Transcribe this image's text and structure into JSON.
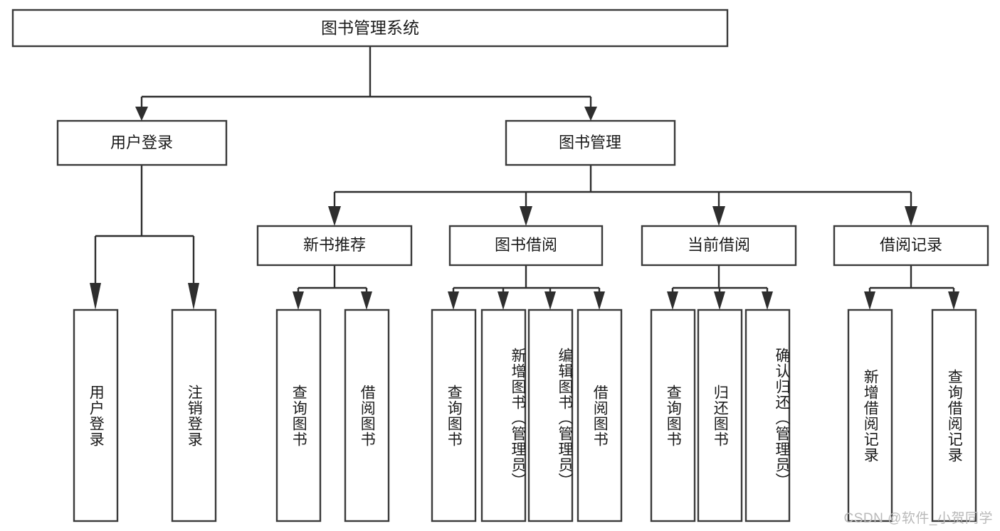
{
  "diagram": {
    "type": "tree",
    "title": "图书管理系统",
    "watermark": "CSDN @软件_小贺同学",
    "colors": {
      "box_stroke": "#3a3a3a",
      "edge": "#2e2e2e",
      "text": "#1a1a1a",
      "background": "#ffffff",
      "watermark": "#b9b9b9"
    },
    "levels": {
      "root": {
        "label": "图书管理系统"
      },
      "level2": [
        {
          "label": "用户登录"
        },
        {
          "label": "图书管理"
        }
      ],
      "level3": [
        {
          "label": "新书推荐"
        },
        {
          "label": "图书借阅"
        },
        {
          "label": "当前借阅"
        },
        {
          "label": "借阅记录"
        }
      ],
      "leaves": {
        "user_login": [
          {
            "label": "用户登录"
          },
          {
            "label": "注销登录"
          }
        ],
        "new_book": [
          {
            "label": "查询图书"
          },
          {
            "label": "借阅图书"
          }
        ],
        "book_borrow": [
          {
            "label": "查询图书"
          },
          {
            "label": "新增图书（管理员）"
          },
          {
            "label": "编辑图书（管理员）"
          },
          {
            "label": "借阅图书"
          }
        ],
        "current_borrow": [
          {
            "label": "查询图书"
          },
          {
            "label": "归还图书"
          },
          {
            "label": "确认归还（管理员）"
          }
        ],
        "borrow_record": [
          {
            "label": "新增借阅记录"
          },
          {
            "label": "查询借阅记录"
          }
        ]
      }
    }
  }
}
